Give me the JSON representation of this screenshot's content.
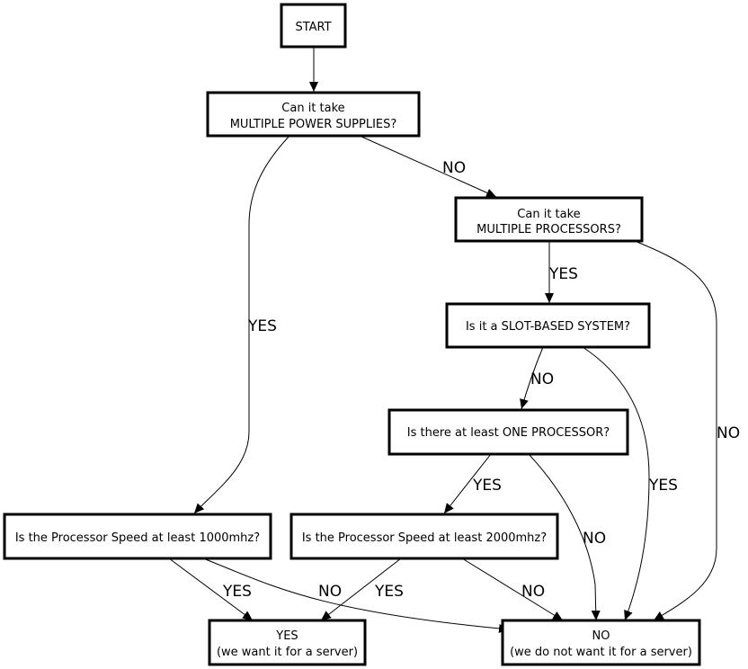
{
  "nodes": {
    "start": {
      "lines": [
        "START"
      ]
    },
    "power": {
      "lines": [
        "Can it take",
        "MULTIPLE POWER SUPPLIES?"
      ]
    },
    "procs": {
      "lines": [
        "Can it take",
        "MULTIPLE PROCESSORS?"
      ]
    },
    "slot": {
      "lines": [
        "Is it a SLOT-BASED SYSTEM?"
      ]
    },
    "one_proc": {
      "lines": [
        "Is there at least ONE PROCESSOR?"
      ]
    },
    "speed1000": {
      "lines": [
        "Is the Processor Speed at least 1000mhz?"
      ]
    },
    "speed2000": {
      "lines": [
        "Is the Processor Speed at least 2000mhz?"
      ]
    },
    "yes_server": {
      "lines": [
        "YES",
        "(we want it for a server)"
      ]
    },
    "no_server": {
      "lines": [
        "NO",
        "(we do not want it for a server)"
      ]
    }
  },
  "edges": {
    "start_power": {
      "label": ""
    },
    "power_speed1000": {
      "label": "YES"
    },
    "power_procs": {
      "label": "NO"
    },
    "procs_slot": {
      "label": "YES"
    },
    "procs_no": {
      "label": "NO"
    },
    "slot_oneproc": {
      "label": "NO"
    },
    "slot_no": {
      "label": "YES"
    },
    "oneproc_speed2000": {
      "label": "YES"
    },
    "oneproc_no": {
      "label": "NO"
    },
    "speed1000_yes": {
      "label": "YES"
    },
    "speed1000_no": {
      "label": "NO"
    },
    "speed2000_yes": {
      "label": "YES"
    },
    "speed2000_no": {
      "label": "NO"
    }
  }
}
